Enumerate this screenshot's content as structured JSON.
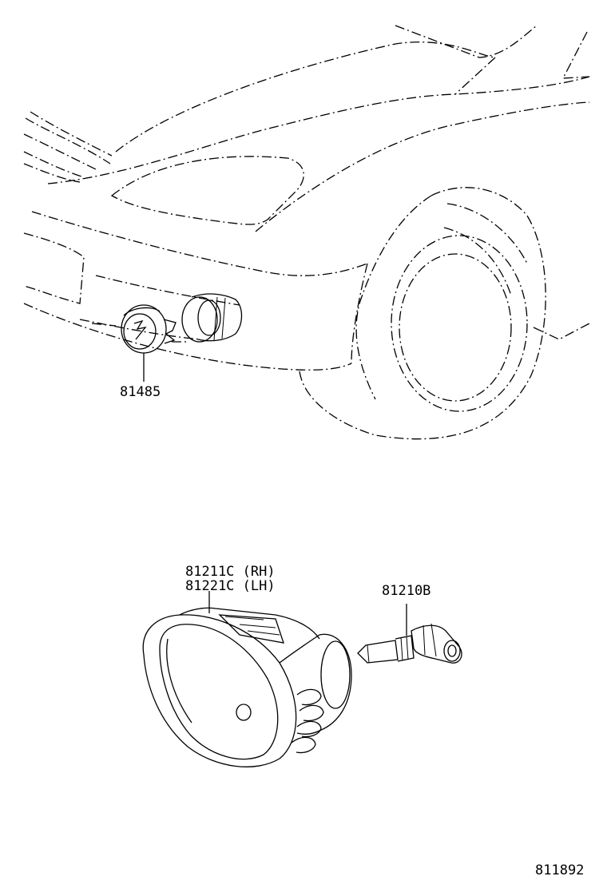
{
  "parts": {
    "p81485": "81485",
    "p81211c": "81211C (RH)",
    "p81221c": "81221C (LH)",
    "p81210b": "81210B"
  },
  "figure_id": "811892"
}
